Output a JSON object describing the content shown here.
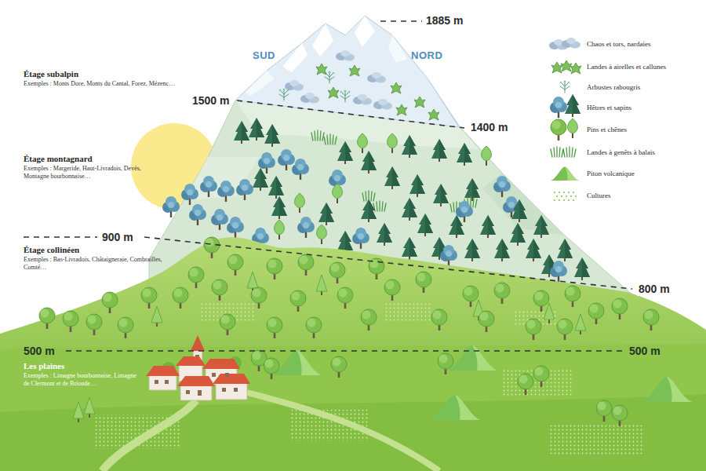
{
  "diagram": {
    "labels": [
      "1885 m",
      "SUD",
      "NORD",
      "Étage subalpin",
      "Exemples : Monts Dore, Monts du Cantal, Forez, Mézenc…",
      "1500 m",
      "1400 m",
      "Étage montagnard",
      "Exemples : Margeride, Haut-Livradois, Devès, Montagne bourbonnaise…",
      "900 m",
      "Étage collinéen",
      "Exemples : Bas-Livradois, Châtaigneraie, Combrailles, Comté…",
      "800 m",
      "500 m",
      "Les plaines",
      "Exemples : Limagne bourbonnaise, Limagne de Clermont et de Brioude…",
      "500 m"
    ],
    "legend": [
      {
        "text": "Chaos et tors, nardaies"
      },
      {
        "text": "Landes à airelles et callunes"
      },
      {
        "text": "Arbustes rabougris"
      },
      {
        "text": "Hêtres et sapins"
      },
      {
        "text": "Pins et chênes"
      },
      {
        "text": "Landes à genêts à balais"
      },
      {
        "text": "Piton volcanique"
      },
      {
        "text": "Cultures"
      }
    ]
  }
}
